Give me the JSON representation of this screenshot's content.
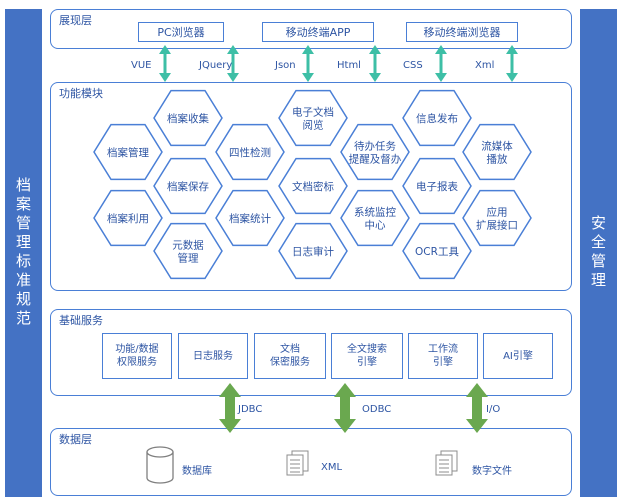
{
  "left_bar": "档案管理标准规范",
  "right_bar": "安全管理",
  "presentation": {
    "title": "展现层",
    "boxes": [
      "PC浏览器",
      "移动终端APP",
      "移动终端浏览器"
    ]
  },
  "tech_labels": [
    "VUE",
    "JQuery",
    "Json",
    "Html",
    "CSS",
    "Xml"
  ],
  "function": {
    "title": "功能模块",
    "hexagons": [
      "档案收集",
      "档案管理",
      "档案保存",
      "档案利用",
      "元数据\n管理",
      "四性检测",
      "档案统计",
      "电子文档\n阅览",
      "文档密标",
      "日志审计",
      "待办任务\n提醒及督办",
      "系统监控\n中心",
      "信息发布",
      "电子报表",
      "OCR工具",
      "流媒体\n播放",
      "应用\n扩展接口"
    ]
  },
  "basic": {
    "title": "基础服务",
    "services": [
      "功能/数据\n权限服务",
      "日志服务",
      "文档\n保密服务",
      "全文搜索\n引擎",
      "工作流\n引擎",
      "AI引擎"
    ]
  },
  "connectors": [
    "JDBC",
    "ODBC",
    "I/O"
  ],
  "data_layer": {
    "title": "数据层",
    "items": [
      {
        "icon": "database-icon",
        "label": "数据库"
      },
      {
        "icon": "document-icon",
        "label": "XML"
      },
      {
        "icon": "document-icon",
        "label": "数字文件"
      }
    ]
  },
  "colors": {
    "blue": "#4472c4",
    "border": "#4a7fd6",
    "text": "#2e55a3",
    "teal": "#3dbfa6",
    "green": "#6aa84f"
  }
}
